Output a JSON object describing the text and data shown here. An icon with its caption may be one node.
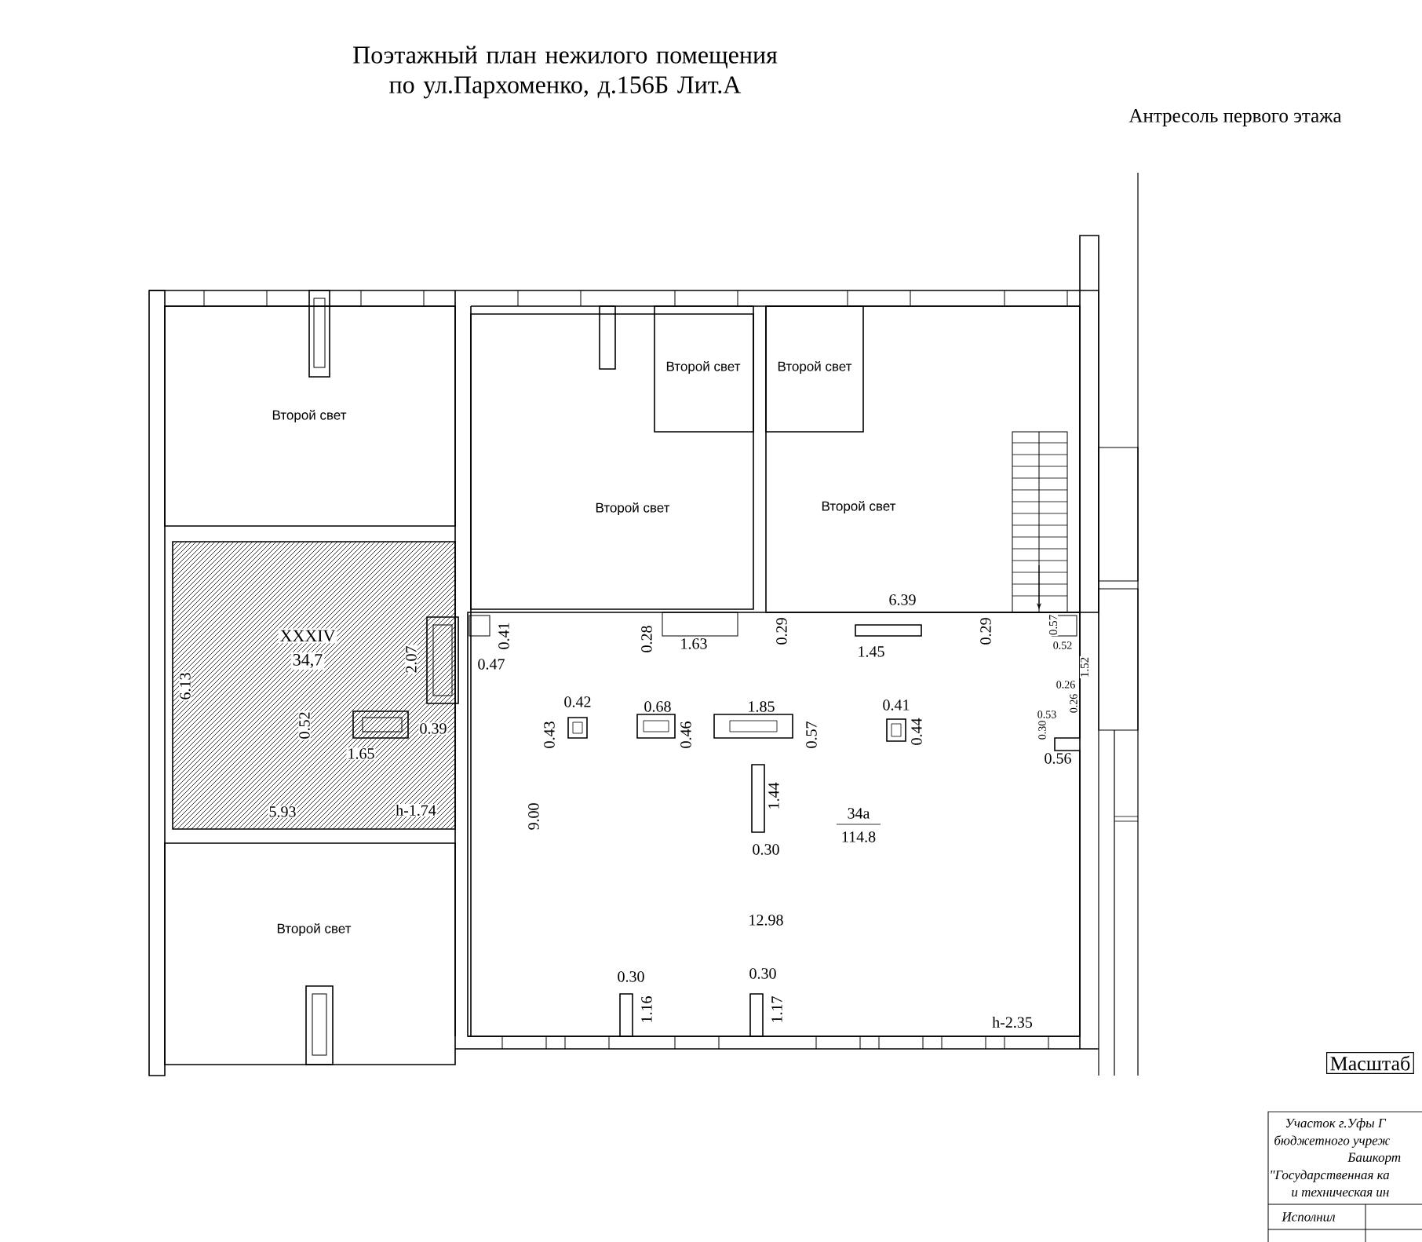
{
  "diagram": {
    "title": "Поэтажный план нежилого помещения по ул.Пархоменко, д.156Б Лит.А",
    "nodes": [
      {
        "text": [
          "Второй свет"
        ]
      },
      {
        "text": [
          "Второй свет"
        ]
      },
      {
        "text": [
          "Второй свет"
        ],
        "in": 1
      },
      {
        "text": [
          "Второй свет"
        ]
      },
      {
        "text": [
          "Второй свет"
        ],
        "in": 3
      },
      {
        "text": [
          "XXXIV",
          "34,7"
        ]
      },
      {
        "text": [
          "34а",
          "114.8"
        ]
      },
      {
        "text": [
          "Второй свет"
        ]
      }
    ],
    "labels": [
      "Антресоль первого этажа",
      "6.39",
      "0.41",
      "0.28",
      "1.63",
      "0.29",
      "1.45",
      "0.29",
      "0.57",
      "0.52",
      "2.07",
      "0.47",
      "1.52",
      "6.13",
      "0.26",
      "0.42",
      "0.68",
      "1.85",
      "0.41",
      "0.26",
      "0.53",
      "0.52",
      "0.39",
      "0.43",
      "0.46",
      "0.57",
      "0.44",
      "0.30",
      "1.65",
      "0.56",
      "1.44",
      "5.93",
      "h-1.74",
      "9.00",
      "0.30",
      "12.98",
      "0.30",
      "0.30",
      "1.16",
      "1.17",
      "h-2.35",
      "Масштаб",
      "Участок г.Уфы Г",
      "бюджетного учреж",
      "Башкорт",
      "\"Государственная ка",
      "и техническая ин",
      "Исполнил"
    ]
  }
}
